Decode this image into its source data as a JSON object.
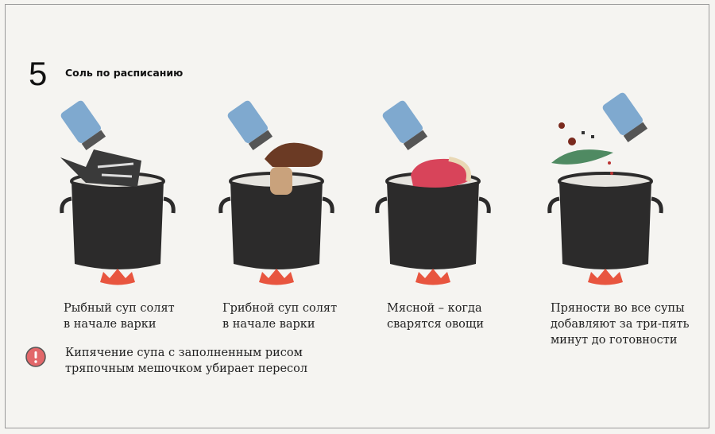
{
  "header": {
    "number": "5",
    "title": "Соль по расписанию"
  },
  "steps": [
    {
      "ingredient": "fish",
      "caption": "Рыбный суп солят\nв начале варки"
    },
    {
      "ingredient": "mushroom",
      "caption": "Грибной суп солят\nв начале варки"
    },
    {
      "ingredient": "meat",
      "caption": "Мясной – когда\nсварятся овощи"
    },
    {
      "ingredient": "spices",
      "caption": "Пряности во все супы\nдобавляют за три-пять\nминут до готовности"
    }
  ],
  "tip": {
    "icon": "exclamation-icon",
    "text": "Кипячение супа с заполненным рисом\nтряпочным мешочком убирает пересол"
  },
  "colors": {
    "pot": "#2c2b2b",
    "flame": "#e8553f",
    "shaker": "#7fa9cf",
    "warn": "#e2676a"
  }
}
